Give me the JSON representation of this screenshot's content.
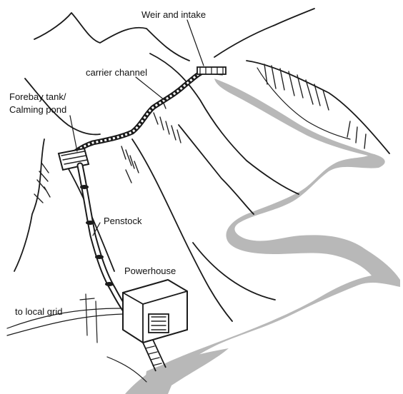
{
  "labels": {
    "weir": "Weir and intake",
    "channel": "carrier channel",
    "forebay_line1": "Forebay tank/",
    "forebay_line2": "Calming pond",
    "penstock": "Penstock",
    "powerhouse": "Powerhouse",
    "grid": "to local grid"
  },
  "colors": {
    "river": "#b8b8b8",
    "ink": "#1a1a1a",
    "background": "#ffffff"
  }
}
